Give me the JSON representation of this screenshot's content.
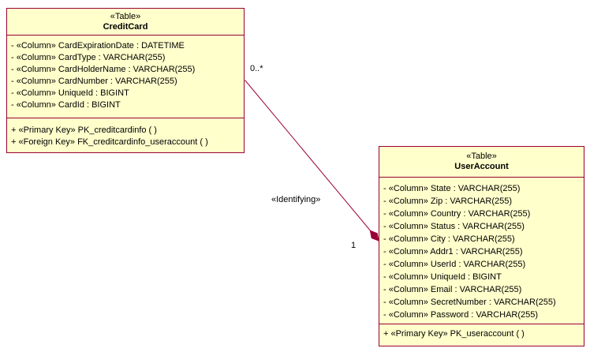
{
  "colors": {
    "table_fill": "#FFFFCC",
    "table_border": "#990033",
    "relationship_line": "#990033",
    "text": "#000000",
    "background": "#FFFFFF"
  },
  "tables": [
    {
      "stereotype": "«Table»",
      "name": "CreditCard",
      "columns": [
        "- «Column» CardExpirationDate : DATETIME",
        "- «Column» CardType : VARCHAR(255)",
        "- «Column» CardHolderName : VARCHAR(255)",
        "- «Column» CardNumber : VARCHAR(255)",
        "- «Column» UniqueId : BIGINT",
        "- «Column» CardId : BIGINT"
      ],
      "operations": [
        "+ «Primary Key» PK_creditcardinfo ( )",
        "+ «Foreign Key» FK_creditcardinfo_useraccount ( )"
      ]
    },
    {
      "stereotype": "«Table»",
      "name": "UserAccount",
      "columns": [
        "- «Column» State : VARCHAR(255)",
        "- «Column» Zip : VARCHAR(255)",
        "- «Column» Country : VARCHAR(255)",
        "- «Column» Status : VARCHAR(255)",
        "- «Column» City : VARCHAR(255)",
        "- «Column» Addr1 : VARCHAR(255)",
        "- «Column» UserId : VARCHAR(255)",
        "- «Column» UniqueId : BIGINT",
        "- «Column» Email : VARCHAR(255)",
        "- «Column» SecretNumber : VARCHAR(255)",
        "- «Column» Password : VARCHAR(255)"
      ],
      "operations": [
        "+ «Primary Key» PK_useraccount ( )"
      ]
    }
  ],
  "relationship": {
    "stereotype": "«Identifying»",
    "source_multiplicity": "0..*",
    "target_multiplicity": "1",
    "end_marker": "filled-diamond"
  }
}
